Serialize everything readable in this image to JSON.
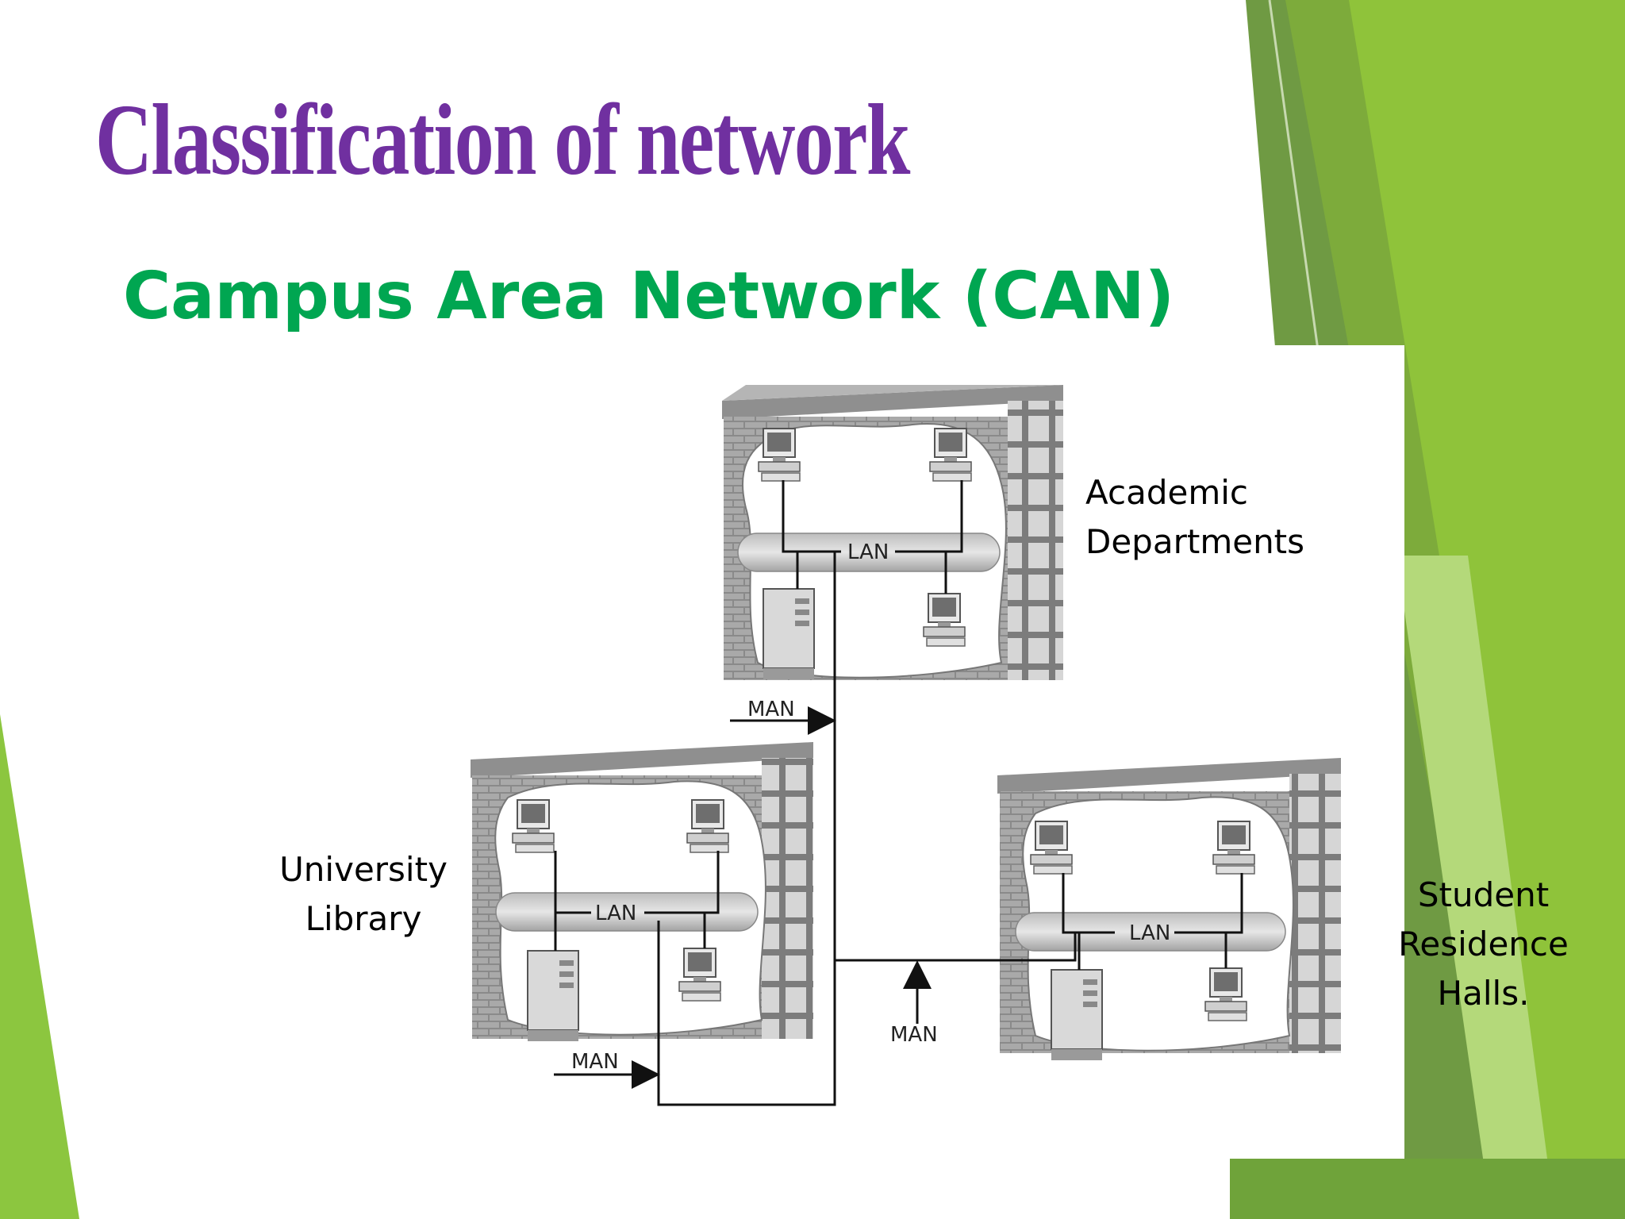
{
  "slide": {
    "title": "Classification of network",
    "subtitle": "Campus Area Network (CAN)"
  },
  "colors": {
    "title": "#7030a0",
    "subtitle": "#00a651",
    "accent_green": "#8cc63f",
    "dark_green": "#6b9a3c"
  },
  "buildings": [
    {
      "name": "academic",
      "caption_lines": [
        "Academic",
        "Departments"
      ],
      "lan_label": "LAN"
    },
    {
      "name": "library",
      "caption_lines": [
        "University",
        "Library"
      ],
      "lan_label": "LAN"
    },
    {
      "name": "residence",
      "caption_lines": [
        "Student",
        "Residence",
        "Halls."
      ],
      "lan_label": "LAN"
    }
  ],
  "links": [
    {
      "label": "MAN"
    },
    {
      "label": "MAN"
    },
    {
      "label": "MAN"
    }
  ]
}
